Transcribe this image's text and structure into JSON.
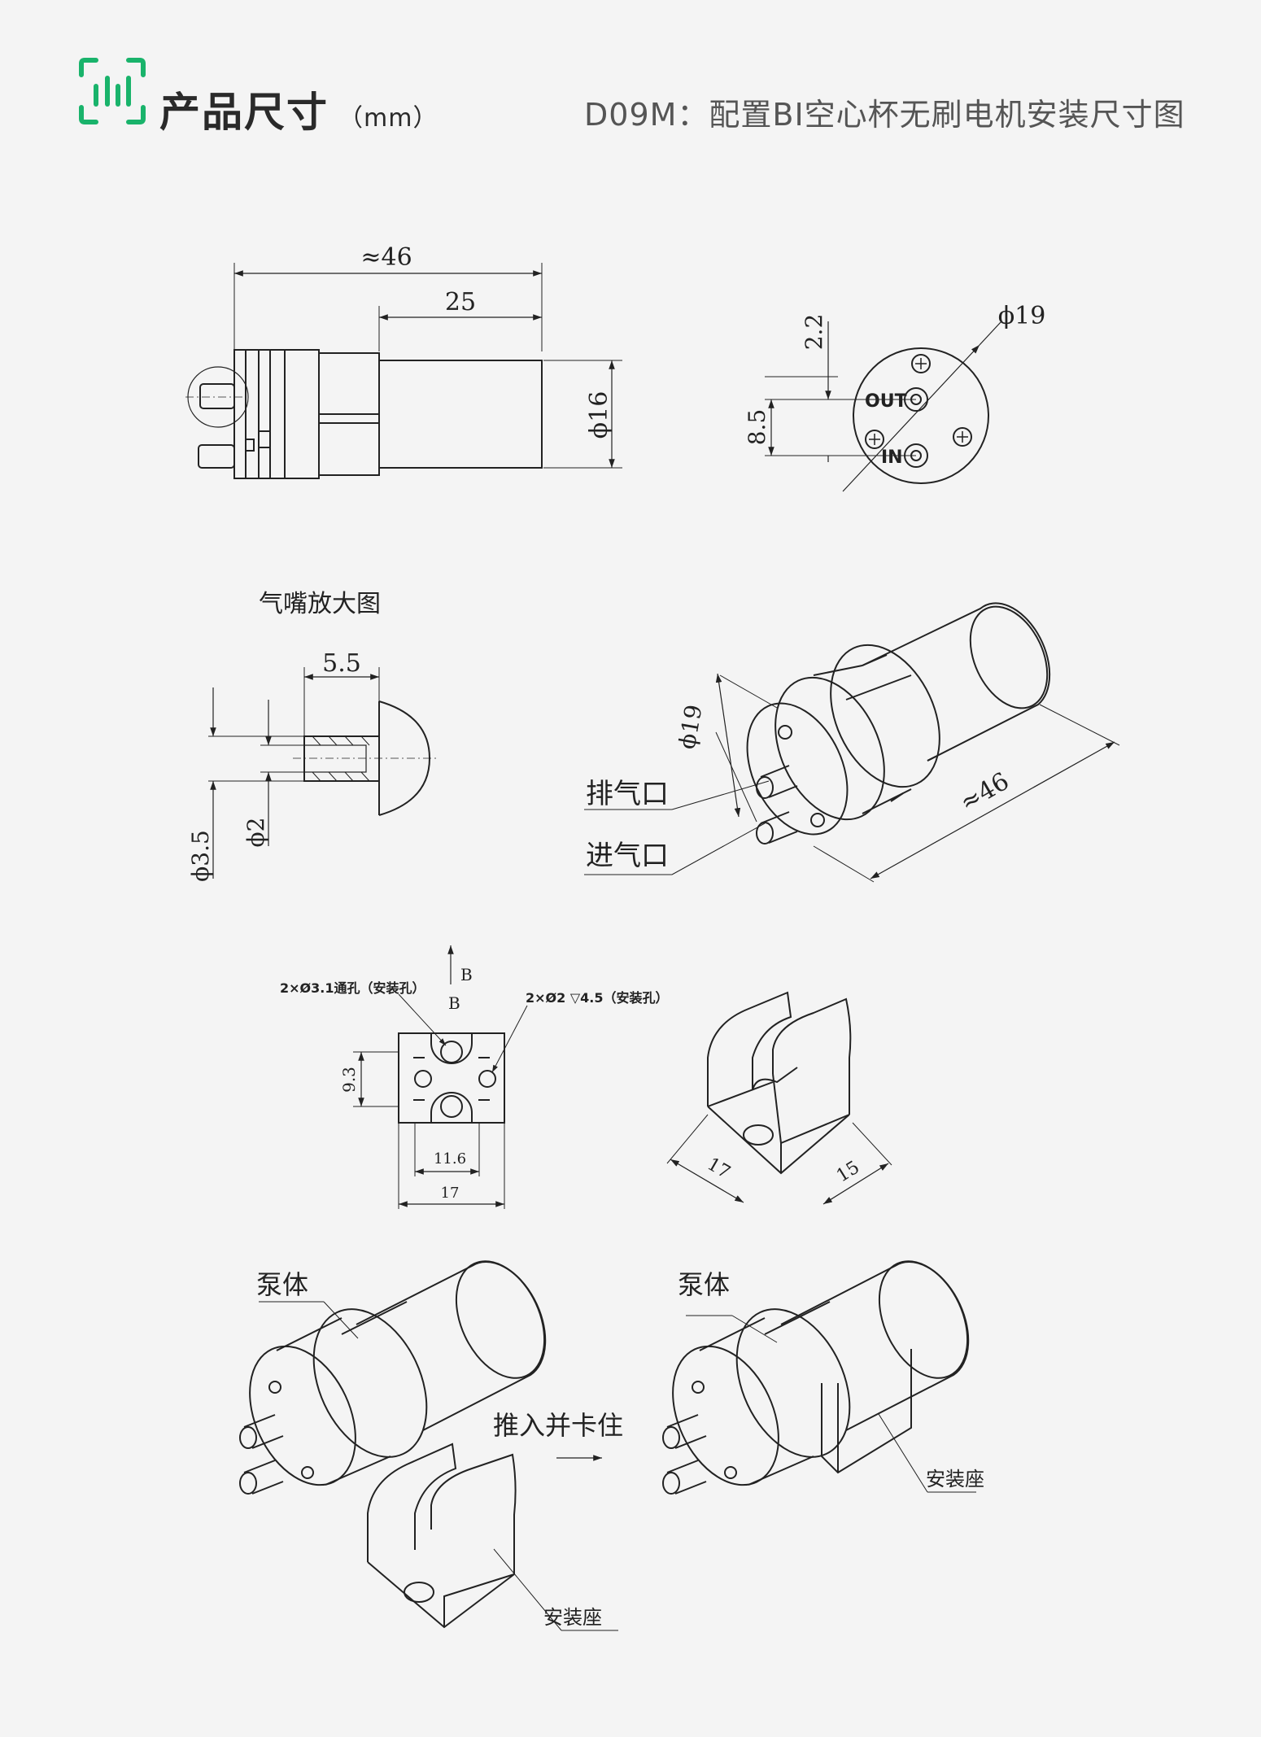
{
  "header": {
    "title": "产品尺寸",
    "unit": "（mm）",
    "subtitle": "D09M：配置BI空心杯无刷电机安装尺寸图",
    "accent_color": "#19b36b"
  },
  "side_view": {
    "total_length": "≈46",
    "motor_length": "25",
    "diameter": "ϕ16"
  },
  "front_view": {
    "diameter": "ϕ19",
    "offset_top": "2.2",
    "port_spacing": "8.5",
    "out_label": "OUT",
    "in_label": "IN"
  },
  "nozzle_detail": {
    "title": "气嘴放大图",
    "length": "5.5",
    "outer_diameter": "ϕ3.5",
    "inner_diameter": "ϕ2"
  },
  "iso_view": {
    "diameter": "ϕ19",
    "length": "≈46",
    "exhaust_label": "排气口",
    "intake_label": "进气口"
  },
  "mount_plan": {
    "section_mark": "B",
    "through_hole": "2×Ø3.1通孔（安装孔）",
    "blind_hole": "2×Ø2 ▽4.5（安装孔）",
    "height": "9.3",
    "hole_spacing": "11.6",
    "width": "17"
  },
  "mount_iso": {
    "length": "17",
    "width": "15"
  },
  "assembly": {
    "pump_label_left": "泵体",
    "pump_label_right": "泵体",
    "action": "推入并卡住",
    "seat_label_left": "安装座",
    "seat_label_right": "安装座"
  }
}
